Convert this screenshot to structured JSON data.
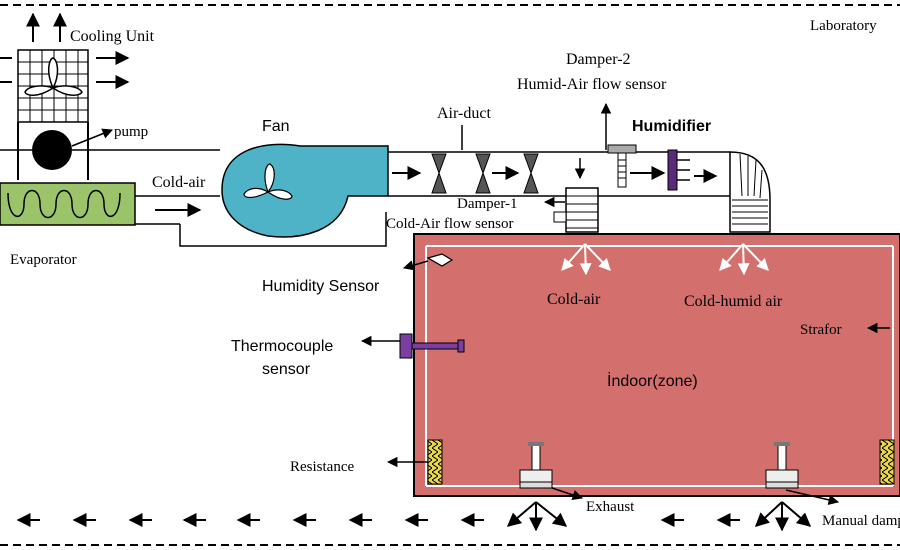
{
  "labels": {
    "laboratory": "Laboratory",
    "cooling_unit": "Cooling Unit",
    "pump": "pump",
    "evaporator": "Evaporator",
    "cold_air_duct": "Cold-air",
    "fan": "Fan",
    "air_duct": "Air-duct",
    "damper2": "Damper-2",
    "humid_air_sensor": "Humid-Air flow sensor",
    "humidifier": "Humidifier",
    "damper1": "Damper-1",
    "cold_air_sensor": "Cold-Air flow sensor",
    "humidity_sensor": "Humidity Sensor",
    "cold_air_zone": "Cold-air",
    "cold_humid_air": "Cold-humid air",
    "strafor": "Strafor",
    "thermocouple_1": "Thermocouple",
    "thermocouple_2": "sensor",
    "indoor_zone": "İndoor(zone)",
    "resistance": "Resistance",
    "exhaust": "Exhaust",
    "manual_damper": "Manual damper"
  },
  "colors": {
    "zone_fill": "#d36f6d",
    "fan_fill": "#4fb3c8",
    "evaporator_fill": "#9bc46a",
    "thermocouple": "#7a3fa0",
    "humidifier": "#5a2a7a",
    "resistance": "#e8d84a"
  }
}
